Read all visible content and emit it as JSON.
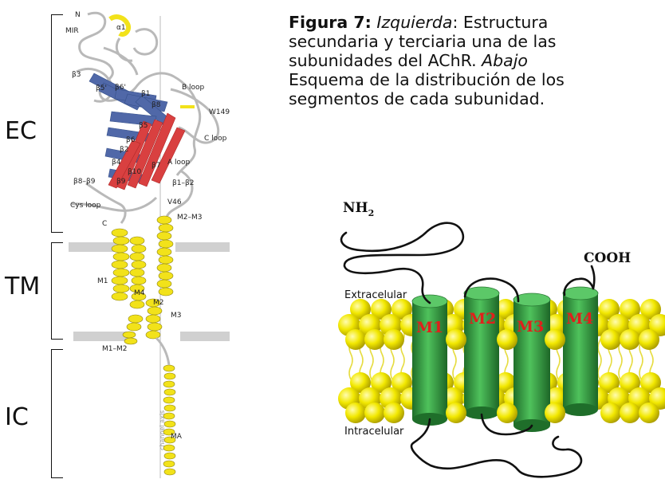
{
  "regions": {
    "ec": "EC",
    "tm": "TM",
    "ic": "IC"
  },
  "caption": {
    "figure_label": "Figura 7:",
    "left_word": "Izquierda",
    "line1_rest": ": Estructura",
    "line2": "secundaria y terciaria una de las",
    "line3_a": "subunidades del AChR.",
    "line3_b": "Abajo",
    "line4": "Esquema de la distribución de los",
    "line5": "segmentos de cada subunidad."
  },
  "structure_labels": {
    "n": "N",
    "mir": "MIR",
    "a1": "α1",
    "b3": "β3",
    "b5p": "β5'",
    "b6p": "β6'",
    "b1": "β1",
    "b8": "β8",
    "b5": "β5",
    "b2": "β2",
    "b6": "β6",
    "b4": "β4",
    "b10": "β10",
    "b7": "β7",
    "b9": "β9",
    "b8b9": "β8–β9",
    "b1b2": "β1–β2",
    "bloop": "B loop",
    "w149": "W149",
    "cloop": "C loop",
    "aloop": "A loop",
    "v46": "V46",
    "cysloop": "Cys loop",
    "c": "C",
    "m2m3": "M2–M3",
    "m1": "M1",
    "m4": "M4",
    "m2": "M2",
    "m3": "M3",
    "m1m2": "M1–M2",
    "ma": "MA",
    "axis": "channel axis"
  },
  "schema": {
    "nh2_main": "NH",
    "nh2_sub": "2",
    "cooh": "COOH",
    "extracelular": "Extracelular",
    "intracelular": "Intracelular",
    "m1": "M1",
    "m2": "M2",
    "m3": "M3",
    "m4": "M4"
  },
  "colors": {
    "helix_yellow": "#f2e21a",
    "strand_blue": "#5068a8",
    "strand_red": "#d94040",
    "membrane_band": "#d0d0d0",
    "lipid_head": "#f0e800",
    "cylinder_green": "#2f9a3f",
    "segment_label_red": "#e0201c"
  }
}
